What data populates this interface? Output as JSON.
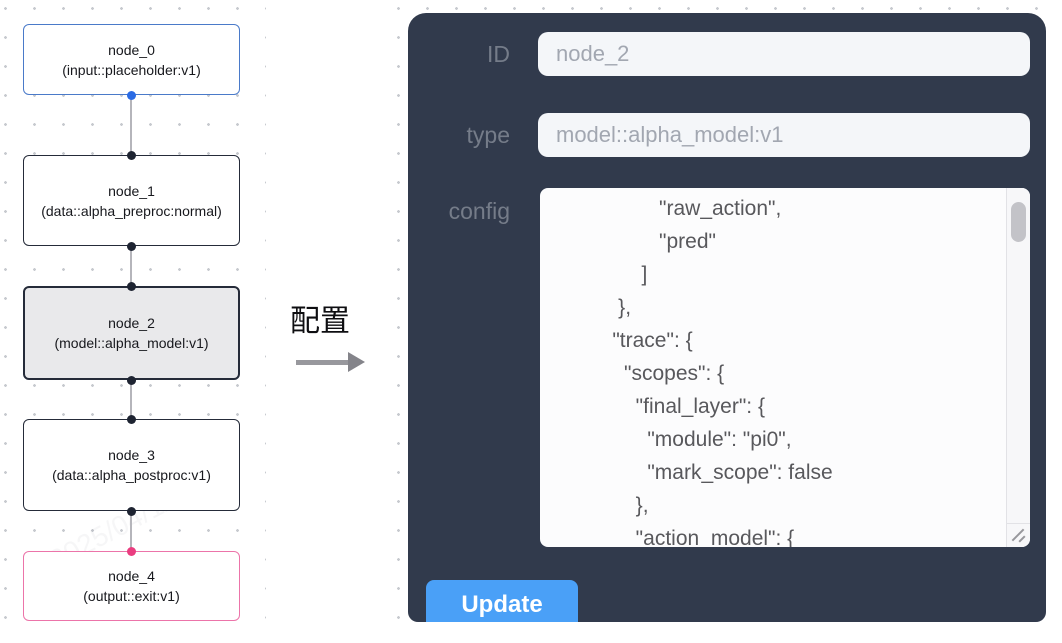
{
  "flow": {
    "nodes": [
      {
        "title": "node_0",
        "subtitle": "(input::placeholder:v1)",
        "kind": "input"
      },
      {
        "title": "node_1",
        "subtitle": "(data::alpha_preproc:normal)",
        "kind": "default"
      },
      {
        "title": "node_2",
        "subtitle": "(model::alpha_model:v1)",
        "kind": "selected"
      },
      {
        "title": "node_3",
        "subtitle": "(data::alpha_postproc:v1)",
        "kind": "default"
      },
      {
        "title": "node_4",
        "subtitle": "(output::exit:v1)",
        "kind": "output"
      }
    ],
    "colors": {
      "input_border": "#4a7ac9",
      "default_border": "#252b39",
      "selected_bg": "#e9e9eb",
      "output_border": "#ec74a9",
      "handle_blue": "#2b6be4",
      "handle_dark": "#1e2432",
      "handle_pink": "#ea3d80",
      "edge": "#b5b5bb"
    }
  },
  "transition": {
    "label": "配置"
  },
  "panel": {
    "fields": [
      {
        "label": "ID",
        "value": "node_2"
      },
      {
        "label": "type",
        "value": "model::alpha_model:v1"
      }
    ],
    "config": {
      "label": "config",
      "text": "                  \"raw_action\",\n                  \"pred\"\n               ]\n           },\n          \"trace\": {\n            \"scopes\": {\n              \"final_layer\": {\n                \"module\": \"pi0\",\n                \"mark_scope\": false\n              },\n              \"action_model\": {"
    },
    "update_button": "Update",
    "colors": {
      "panel_bg": "#313a4c",
      "field_bg": "#f4f6f9",
      "field_text": "#a2a7b1",
      "label_text": "#757c89",
      "config_bg": "#fcfcfd",
      "config_text": "#58585c",
      "button_bg": "#4aa0f7",
      "button_text": "#ffffff"
    }
  },
  "watermark": {
    "text": "2025/04/11 11:4"
  }
}
